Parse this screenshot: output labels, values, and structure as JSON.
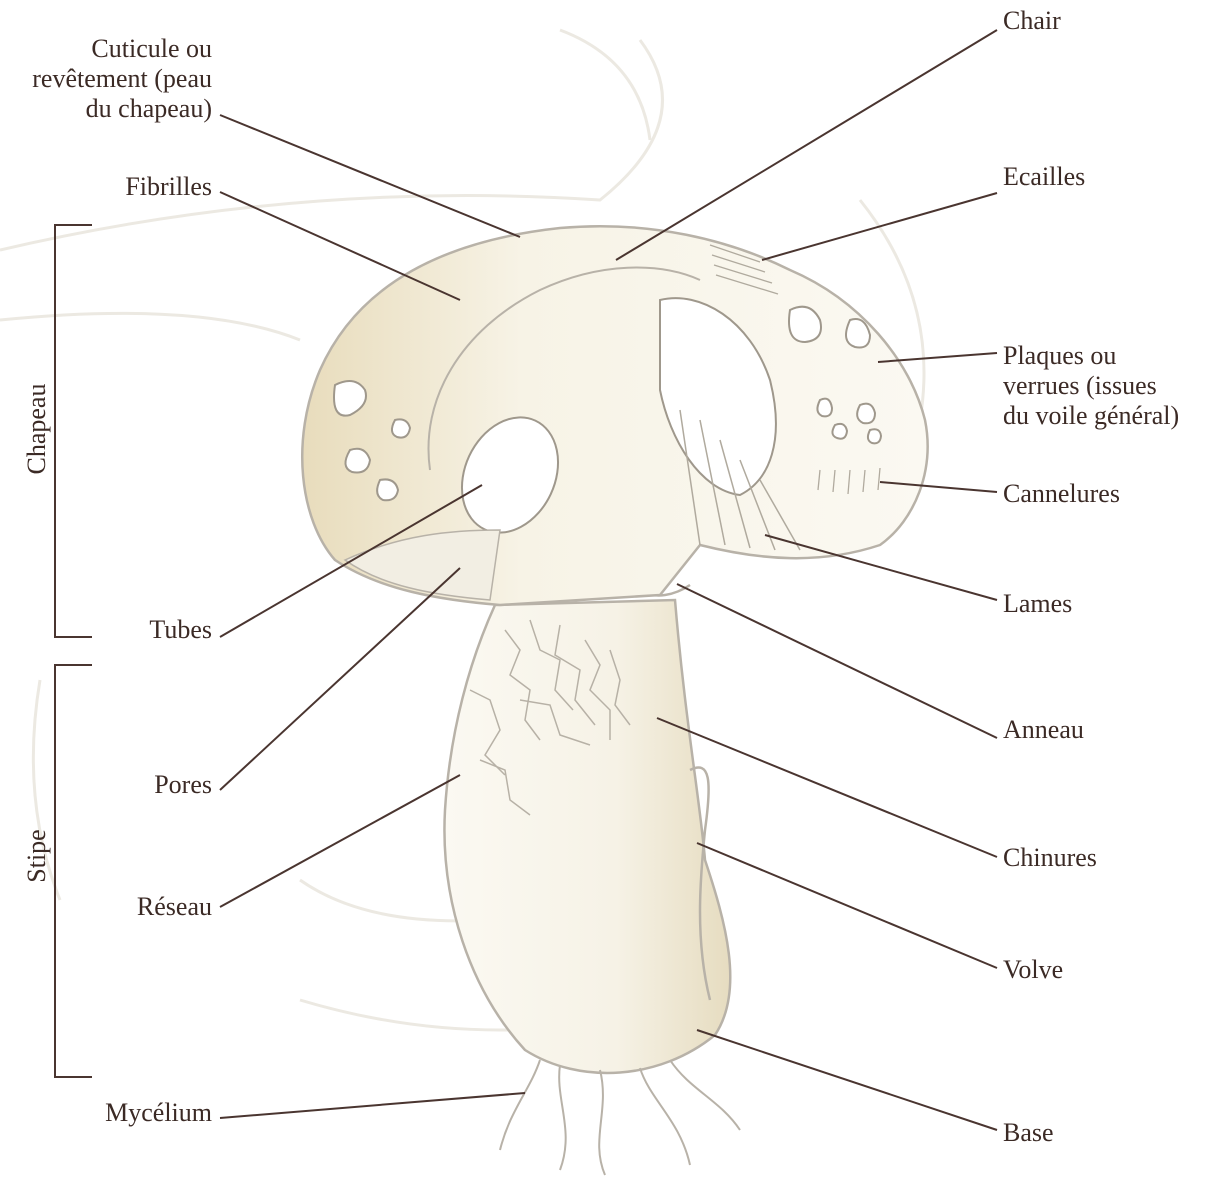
{
  "colors": {
    "label": "#3b2a25",
    "leader": "#4a3530",
    "outline": "#b8b2a8",
    "fill_light": "#f6f3e9",
    "fill_shade": "#e9dfc2",
    "ghost": "#ece9e2"
  },
  "brackets": {
    "chapeau": "Chapeau",
    "stipe": "Stipe"
  },
  "labels_left": {
    "cuticule": "Cuticule ou\nrevêtement (peau\ndu chapeau)",
    "fibrilles": "Fibrilles",
    "tubes": "Tubes",
    "pores": "Pores",
    "reseau": "Réseau",
    "mycelium": "Mycélium"
  },
  "labels_right": {
    "chair": "Chair",
    "ecailles": "Ecailles",
    "plaques": "Plaques ou\nverrues (issues\ndu voile général)",
    "cannelures": "Cannelures",
    "lames": "Lames",
    "anneau": "Anneau",
    "chinures": "Chinures",
    "volve": "Volve",
    "base": "Base"
  }
}
